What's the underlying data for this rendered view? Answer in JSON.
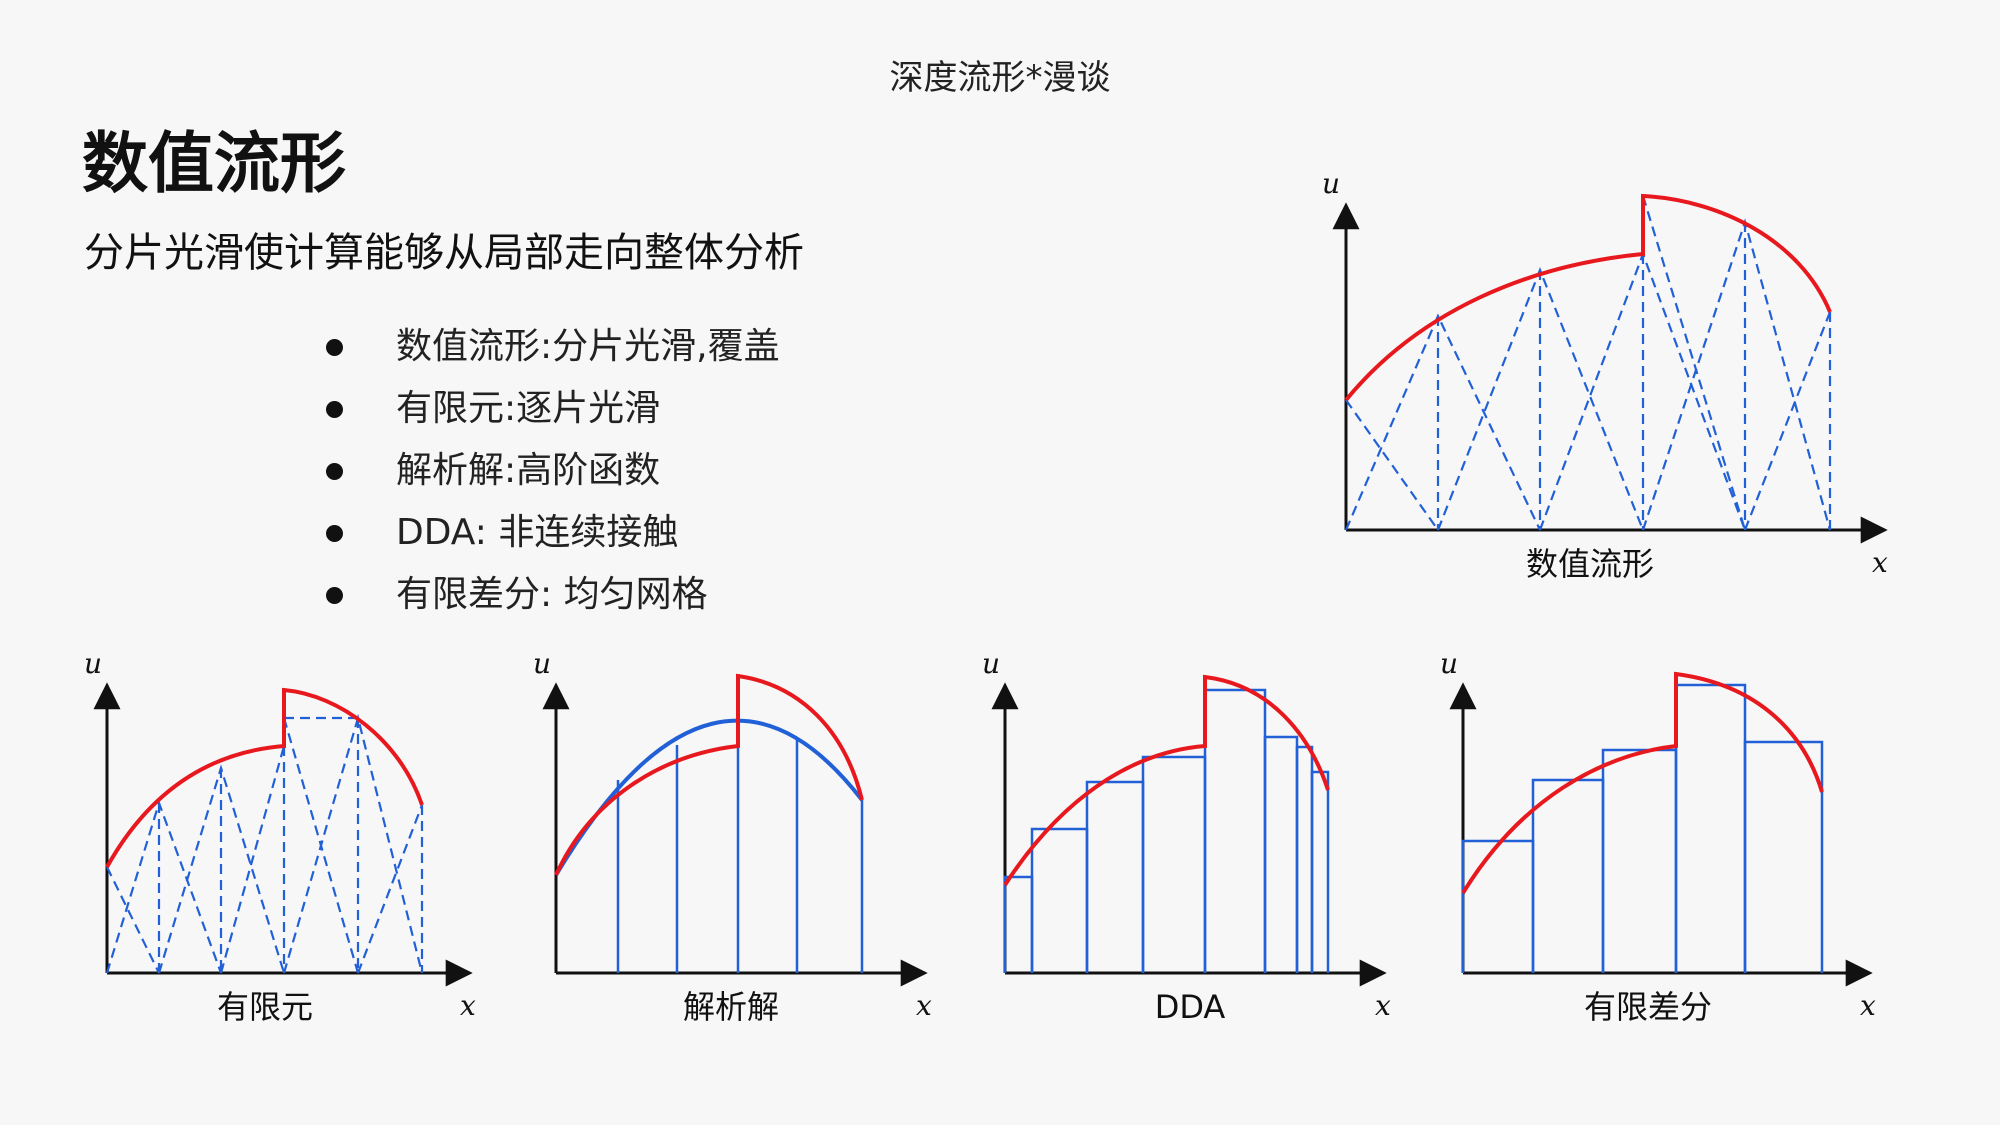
{
  "top_title": "深度流形*漫谈",
  "heading": "数值流形",
  "subtitle": "分片光滑使计算能够从局部走向整体分析",
  "bullets": [
    "数值流形:分片光滑,覆盖",
    "有限元:逐片光滑",
    "解析解:高阶函数",
    "DDA: 非连续接触",
    "有限差分: 均匀网格"
  ],
  "diagrams": {
    "axis_x": "x",
    "axis_y": "u",
    "numerical_manifold_caption": "数值流形",
    "fem_caption": "有限元",
    "analytic_caption": "解析解",
    "dda_caption": "DDA",
    "fd_caption": "有限差分"
  },
  "colors": {
    "exact_solution": "#e8191e",
    "approximation": "#2160d6",
    "axis": "#111111"
  }
}
